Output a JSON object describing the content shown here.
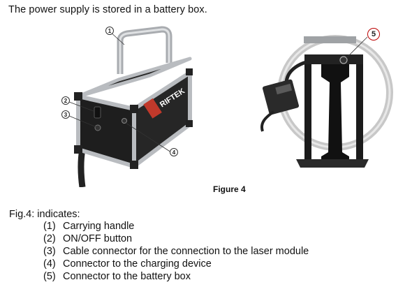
{
  "intro_text": "The power supply is stored in a battery box.",
  "figure": {
    "caption": "Figure 4",
    "brand_text": "RIFTEK",
    "callouts_left": [
      "1",
      "2",
      "3",
      "4"
    ],
    "callout_right": "5"
  },
  "legend": {
    "intro": "Fig.4: indicates:",
    "items": [
      {
        "num": "(1)",
        "text": "Carrying handle"
      },
      {
        "num": "(2)",
        "text": "ON/OFF button"
      },
      {
        "num": "(3)",
        "text": "Cable connector for the connection to the laser module"
      },
      {
        "num": "(4)",
        "text": "Connector to the charging device"
      },
      {
        "num": "(5)",
        "text": "Connector to the battery box"
      }
    ]
  },
  "colors": {
    "accent": "#c0392b",
    "frame": "#b9bcc0",
    "panel": "#1e1e1e"
  }
}
